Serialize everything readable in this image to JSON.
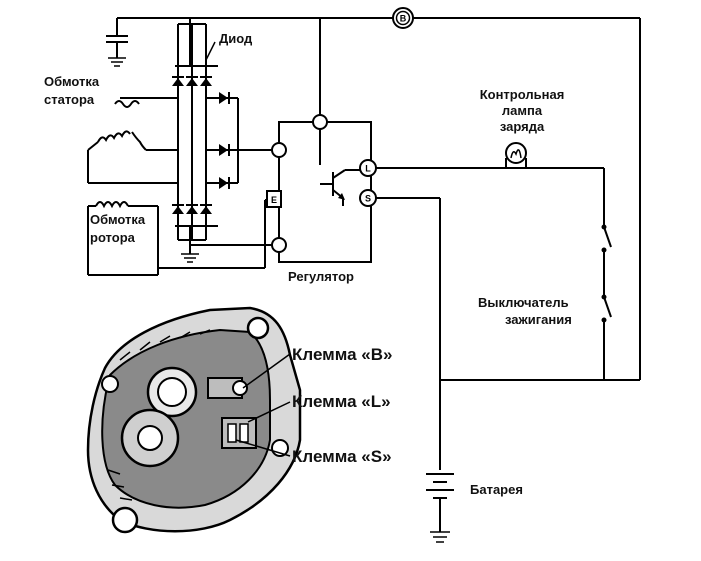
{
  "labels": {
    "diode": "Диод",
    "stator_1": "Обмотка",
    "stator_2": "статора",
    "rotor_1": "Обмотка",
    "rotor_2": "ротора",
    "lamp_1": "Контрольная",
    "lamp_2": "лампа",
    "lamp_3": "заряда",
    "regulator": "Регулятор",
    "switch_1": "Выключатель",
    "switch_2": "зажигания",
    "battery": "Батарея",
    "terminal_b": "Клемма «B»",
    "terminal_l": "Клемма «L»",
    "terminal_s": "Клемма «S»"
  },
  "terminals": {
    "b": "B",
    "l": "L",
    "s": "S",
    "e": "E"
  }
}
